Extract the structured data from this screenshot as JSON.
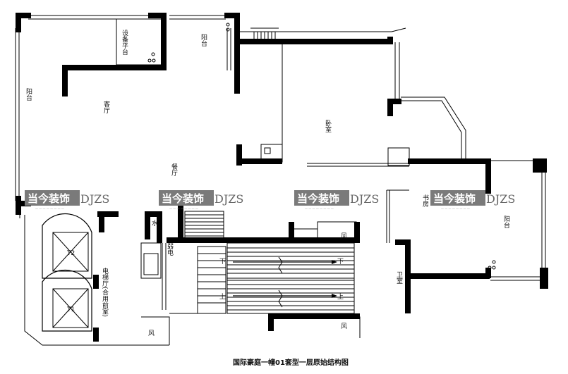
{
  "rooms": {
    "balcony_left": "阳台",
    "equipment_platform": "设备平台",
    "balcony_top": "阳台",
    "living_room": "客厅",
    "dining_room": "餐厅",
    "bedroom": "卧室",
    "study": "书房",
    "balcony_right": "阳台",
    "bathroom": "卫室",
    "elevator_hall": "电梯厅(合用前室)",
    "water_shaft": "水",
    "electric_shaft": "弱电",
    "wind_1": "风",
    "wind_2": "风",
    "wind_3": "风",
    "stair_up_1": "上",
    "stair_down_1": "下",
    "stair_up_2": "上",
    "stair_down_2": "下",
    "elevator_1": "T2",
    "elevator_2": "T1"
  },
  "watermark": {
    "brand_cn": "当今装饰",
    "brand_en": "DJZS",
    "tagline": "— — — — — — — —"
  },
  "caption": "国际豪庭一幢01套型一层原始结构图"
}
